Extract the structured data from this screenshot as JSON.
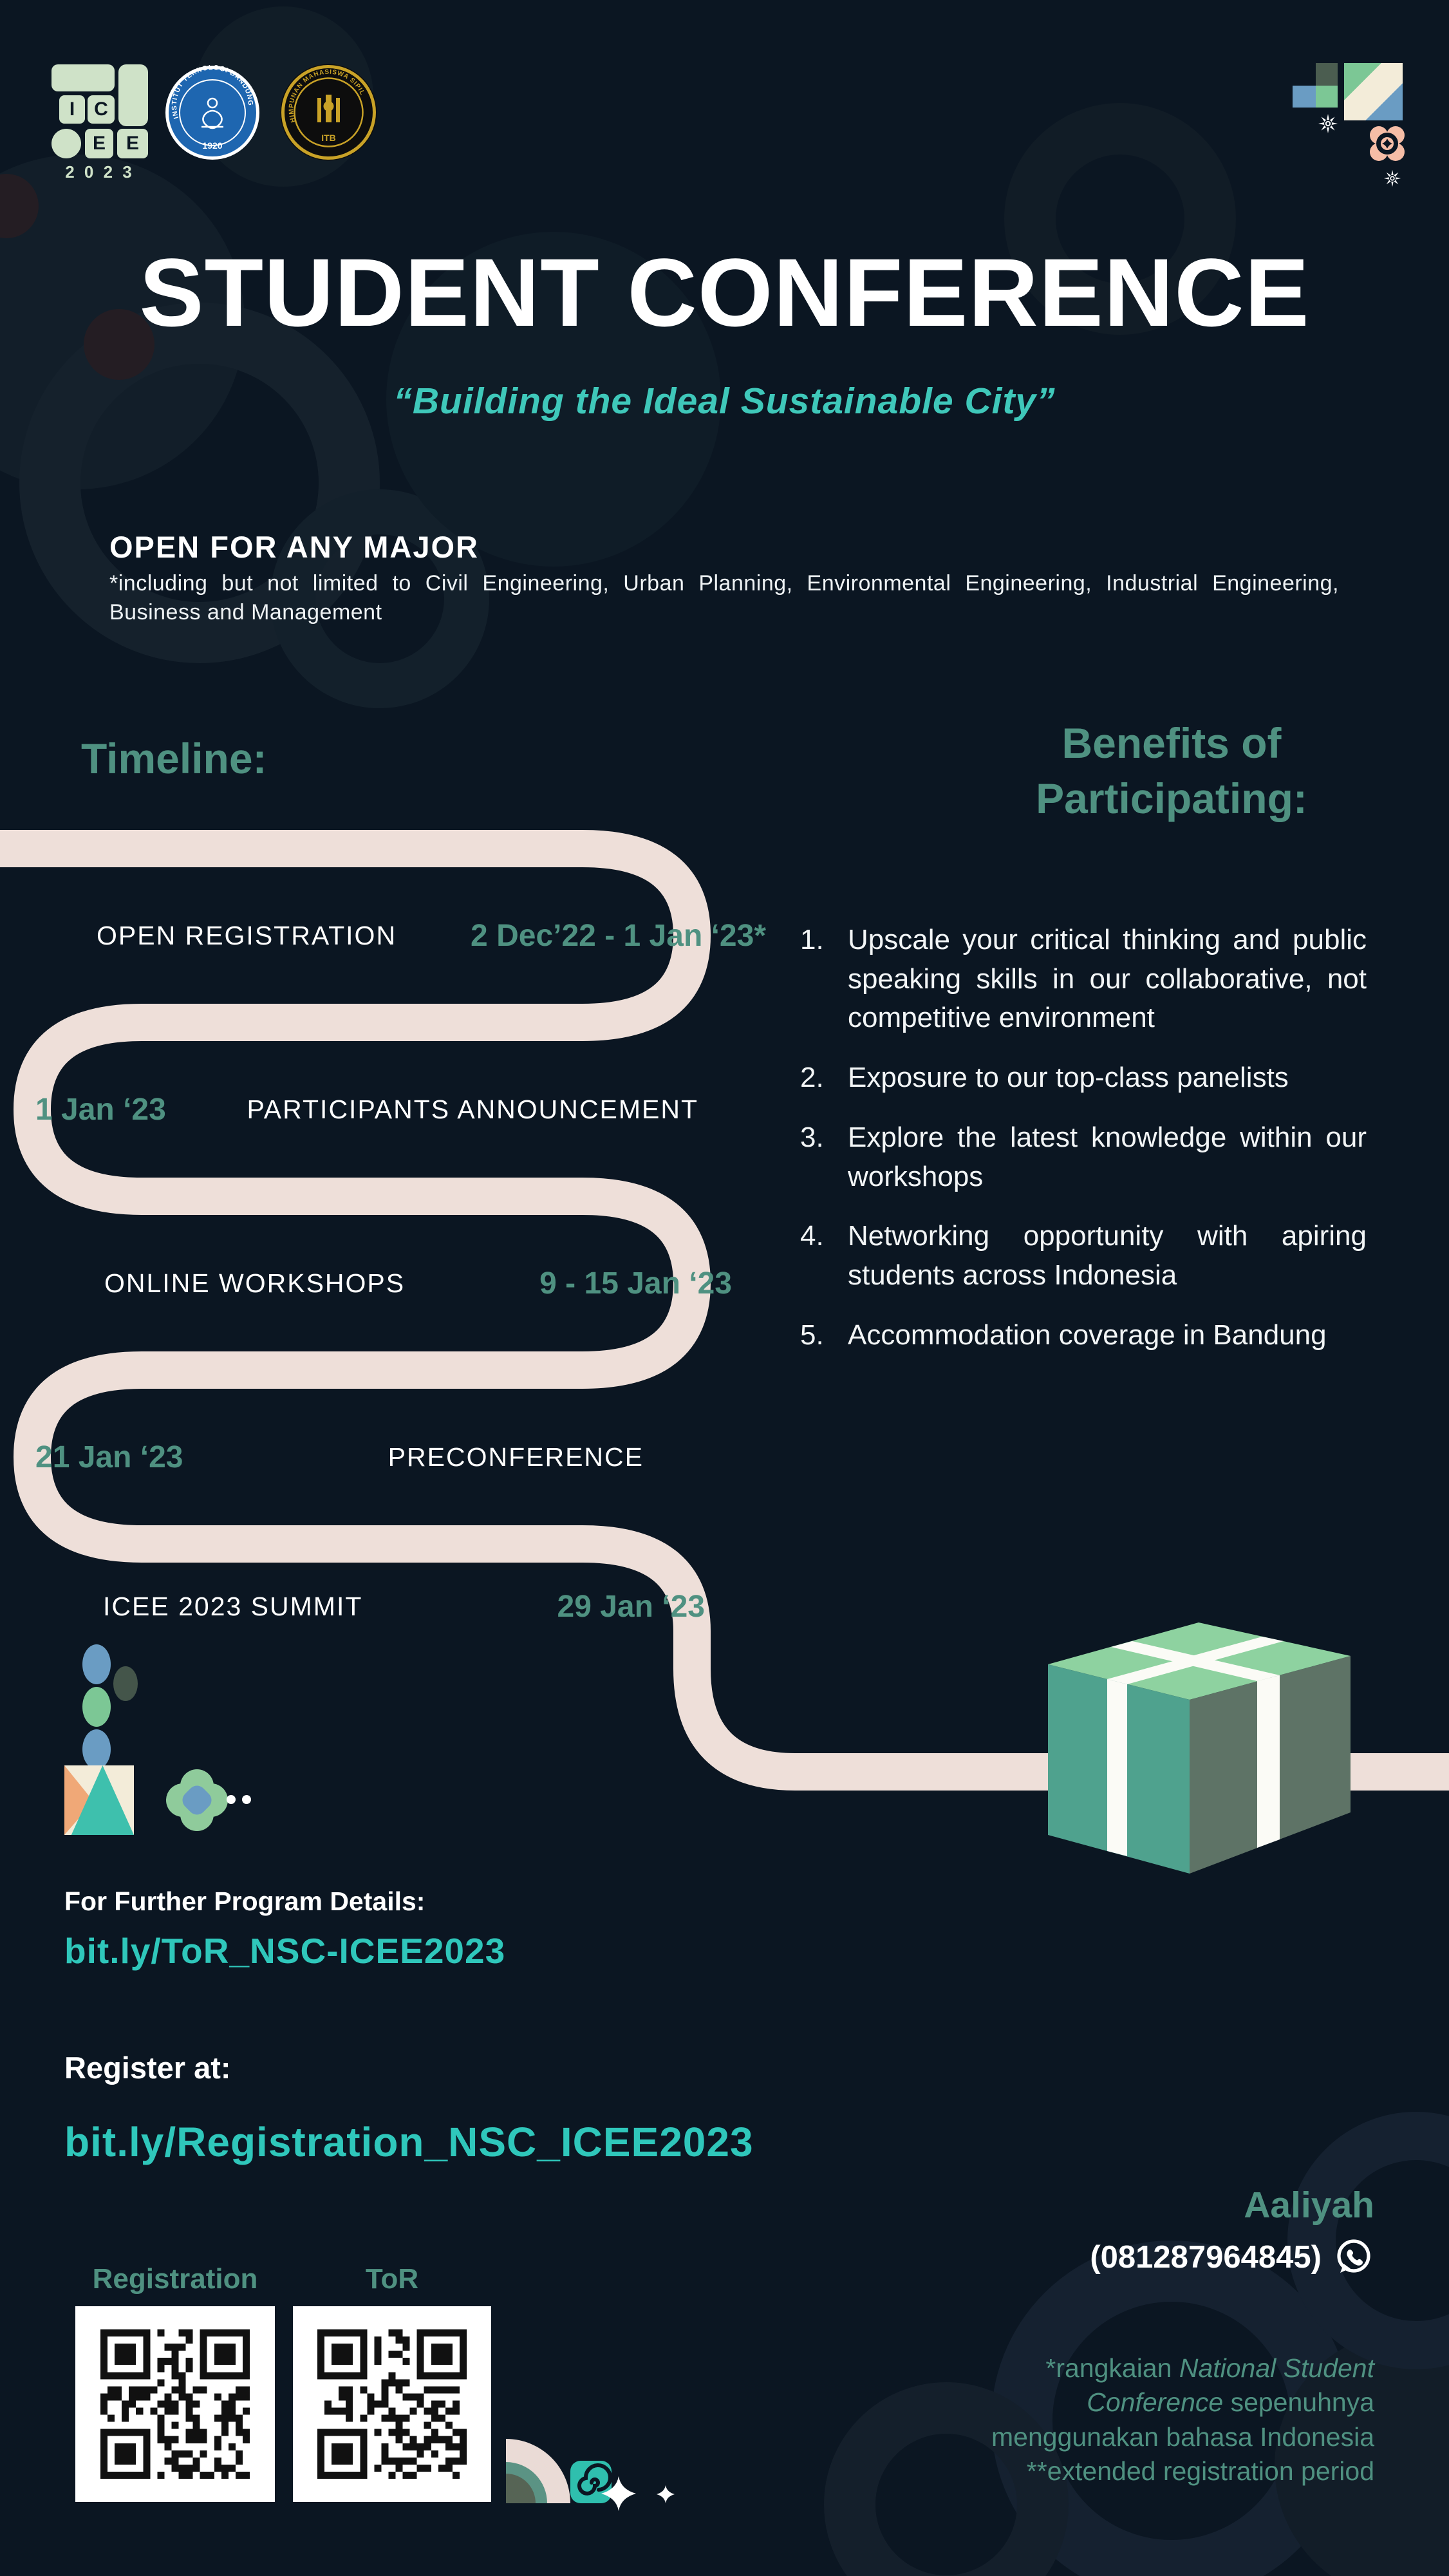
{
  "poster": {
    "title": "STUDENT CONFERENCE",
    "subtitle": "“Building the Ideal Sustainable City”"
  },
  "logos": {
    "icee": {
      "letters": [
        "I",
        "C",
        "E",
        "E"
      ],
      "year": "2 0 2 3"
    },
    "itb": {
      "ring_text": "INSTITUT TEKNOLOGI BANDUNG",
      "year": "1920"
    },
    "hms": {
      "ring_text": "HIMPUNAN MAHASISWA SIPIL",
      "bottom_text": "ITB"
    }
  },
  "open_major": {
    "heading": "OPEN FOR ANY MAJOR",
    "note": "*including but not limited to Civil Engineering, Urban Planning, Environmental Engineering, Industrial Engineering, Business and Management"
  },
  "timeline": {
    "heading": "Timeline:",
    "rows": [
      {
        "event": "OPEN REGISTRATION",
        "date": "2 Dec’22 - 1 Jan ‘23*"
      },
      {
        "event": "PARTICIPANTS ANNOUNCEMENT",
        "date": "1 Jan ‘23"
      },
      {
        "event": "ONLINE WORKSHOPS",
        "date": "9 - 15 Jan ‘23"
      },
      {
        "event": "PRECONFERENCE",
        "date": "21 Jan ‘23"
      },
      {
        "event": "ICEE 2023 SUMMIT",
        "date": "29 Jan ‘23"
      }
    ]
  },
  "benefits": {
    "heading": "Benefits of Participating:",
    "items": [
      {
        "num": "1.",
        "text": "Upscale your critical thinking and public speaking skills in our collaborative, not competitive environment"
      },
      {
        "num": "2.",
        "text": "Exposure to our top-class panelists"
      },
      {
        "num": "3.",
        "text": "Explore the latest knowledge within our workshops"
      },
      {
        "num": "4.",
        "text": "Networking opportunity with apiring students across Indonesia"
      },
      {
        "num": "5.",
        "text": "Accommodation coverage in Bandung"
      }
    ]
  },
  "program_details": {
    "label": "For Further Program Details:",
    "link": "bit.ly/ToR_NSC-ICEE2023"
  },
  "registration": {
    "label": "Register at:",
    "link": "bit.ly/Registration_NSC_ICEE2023"
  },
  "contact": {
    "name": "Aaliyah",
    "phone": "(081287964845)",
    "icon": "whatsapp-icon"
  },
  "qr_codes": {
    "registration_label": "Registration",
    "tor_label": "ToR"
  },
  "footnote": {
    "prefix": "*rangkaian ",
    "italic": "National Student Conference",
    "suffix": " sepenuhnya menggunakan bahasa Indonesia",
    "line2": "**extended registration period"
  },
  "colors": {
    "background": "#0b1622",
    "road": "#eedfd9",
    "teal_bright": "#2fc7bb",
    "teal_muted": "#4f9181",
    "sage": "#cfe2c8",
    "peach": "#f6bda6",
    "gift_top": "#8ed2a0",
    "gift_front": "#4fa28e",
    "gift_side": "#5e7366"
  }
}
